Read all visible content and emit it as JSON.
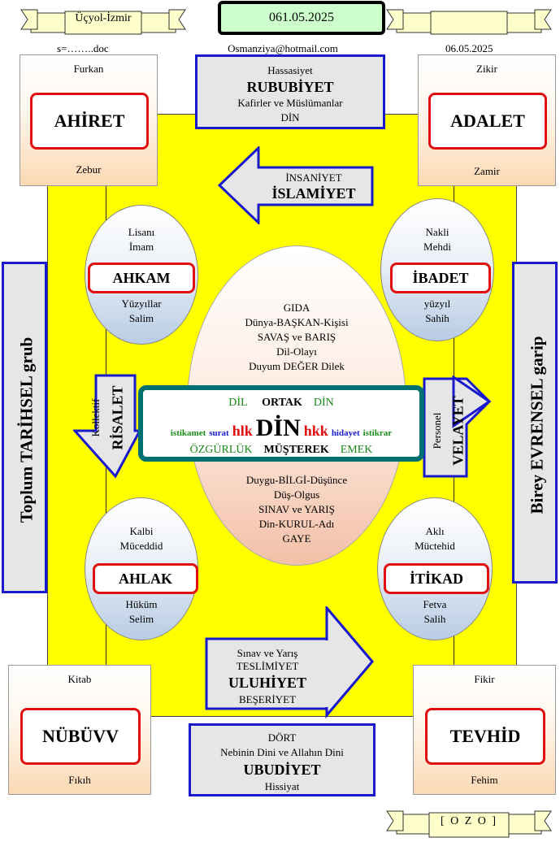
{
  "header": {
    "left_banner": "Üçyol-İzmir",
    "date_box": "061.05.2025",
    "file": "s=……..doc",
    "email": "Osmanziya@hotmail.com",
    "date": "06.05.2025"
  },
  "corners": {
    "top_left": {
      "top": "Furkan",
      "title": "AHİRET",
      "bottom": "Zebur"
    },
    "top_right": {
      "top": "Zikir",
      "title": "ADALET",
      "bottom": "Zamir"
    },
    "bottom_left": {
      "top": "Kitab",
      "title": "NÜBÜVV",
      "bottom": "Fıkıh"
    },
    "bottom_right": {
      "top": "Fikir",
      "title": "TEVHİD",
      "bottom": "Fehim"
    }
  },
  "top_box": {
    "line1": "Hassasiyet",
    "title": "RUBUBİYET",
    "line2": "Kafirler ve Müslümanlar",
    "line3": "DİN"
  },
  "bottom_box": {
    "line1": "DÖRT",
    "line2": "Nebinin Dini ve Allahın Dini",
    "title": "UBUDİYET",
    "line3": "Hissiyat"
  },
  "arrow_top": {
    "line1": "İNSANİYET",
    "line2": "İSLAMİYET"
  },
  "arrow_bottom": {
    "line1": "Sınav ve Yarış",
    "line2": "TESLİMİYET",
    "line3": "ULUHİYET",
    "line4": "BEŞERİYET"
  },
  "arrow_left": {
    "line1": "Kollektif",
    "line2": "RİSALET"
  },
  "arrow_right": {
    "line1": "Personel",
    "line2": "VELAYET"
  },
  "side_left": "Toplum TARİHSEL grub",
  "side_right": "Birey EVRENSEL garip",
  "ellipses": {
    "ahkam": {
      "l1": "Lisanı",
      "l2": "İmam",
      "title": "AHKAM",
      "l3": "Yüzyıllar",
      "l4": "Salim"
    },
    "ibadet": {
      "l1": "Nakli",
      "l2": "Mehdi",
      "title": "İBADET",
      "l3": "yüzyıl",
      "l4": "Sahih"
    },
    "ahlak": {
      "l1": "Kalbi",
      "l2": "Müceddid",
      "title": "AHLAK",
      "l3": "Hüküm",
      "l4": "Selim"
    },
    "itikad": {
      "l1": "Aklı",
      "l2": "Müctehid",
      "title": "İTİKAD",
      "l3": "Fetva",
      "l4": "Salih"
    }
  },
  "center": {
    "top_lines": [
      "GIDA",
      "Dünya-BAŞKAN-Kişisi",
      "SAVAŞ ve BARIŞ",
      "Dil-Olayı",
      "Duyum DEĞER Dilek"
    ],
    "bottom_lines": [
      "Duygu-BİLGİ-Düşünce",
      "Düş-Olgus",
      "SINAV ve YARIŞ",
      "Din-KURUL-Adı",
      "GAYE"
    ],
    "panel": {
      "row1": [
        "DİL",
        "ORTAK",
        "DİN"
      ],
      "left_small": "istikamet",
      "left_small2": "surat",
      "left_red": "hlk",
      "main": "DİN",
      "right_red": "hkk",
      "right_small": "hidayet",
      "right_small2": "istikrar",
      "row3": [
        "ÖZGÜRLÜK",
        "MÜŞTEREK",
        "EMEK"
      ]
    }
  },
  "footer": {
    "banner": "[ O Z O ]"
  },
  "colors": {
    "yellow": "#ffff00",
    "red": "#e01010",
    "blue": "#1a1acc",
    "teal": "#008080",
    "green": "#1a8a1a"
  }
}
